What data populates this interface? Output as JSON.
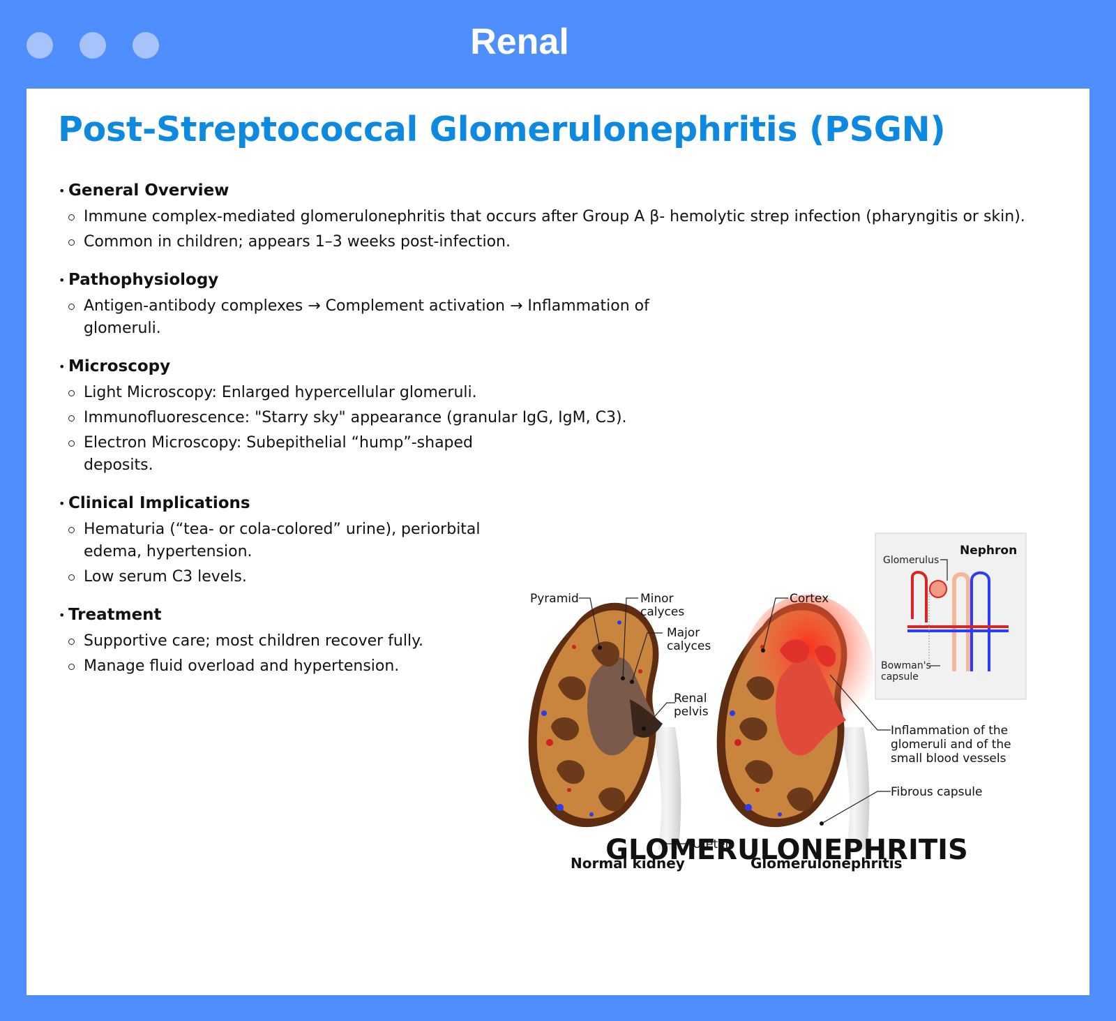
{
  "window": {
    "title": "Renal"
  },
  "page": {
    "title": "Post-Streptococcal Glomerulonephritis (PSGN)"
  },
  "sections": [
    {
      "heading": "General Overview",
      "items": [
        "Immune complex-mediated glomerulonephritis that occurs after Group A β-  hemolytic strep infection (pharyngitis or skin).",
        "Common in children; appears 1–3 weeks post-infection."
      ]
    },
    {
      "heading": "Pathophysiology",
      "items": [
        "Antigen-antibody complexes → Complement activation → Inflammation of glomeruli."
      ]
    },
    {
      "heading": "Microscopy",
      "items": [
        "Light Microscopy: Enlarged hypercellular glomeruli.",
        "Immunofluorescence: \"Starry sky\" appearance (granular IgG, IgM, C3).",
        "Electron Microscopy: Subepithelial “hump”-shaped deposits."
      ]
    },
    {
      "heading": "Clinical Implications",
      "items": [
        "Hematuria (“tea- or cola-colored” urine), periorbital edema, hypertension.",
        "Low serum C3 levels."
      ]
    },
    {
      "heading": "Treatment",
      "items": [
        "Supportive care; most children recover fully.",
        "Manage fluid overload and hypertension."
      ]
    }
  ],
  "illustration": {
    "labels": {
      "pyramid": "Pyramid",
      "minor_calyces_1": "Minor",
      "minor_calyces_2": "calyces",
      "major_calyces_1": "Major",
      "major_calyces_2": "calyces",
      "renal_pelvis_1": "Renal",
      "renal_pelvis_2": "pelvis",
      "ureter": "Ureter",
      "cortex": "Cortex",
      "inflammation_1": "Inflammation of the",
      "inflammation_2": "glomeruli and of the",
      "inflammation_3": "small blood vessels",
      "fibrous_capsule": "Fibrous capsule",
      "nephron": "Nephron",
      "glomerulus": "Glomerulus",
      "bowmans_1": "Bowman's",
      "bowmans_2": "capsule",
      "normal_kidney": "Normal kidney",
      "glomerulonephritis": "Glomerulonephritis"
    },
    "caption": "GLOMERULONEPHRITIS"
  }
}
